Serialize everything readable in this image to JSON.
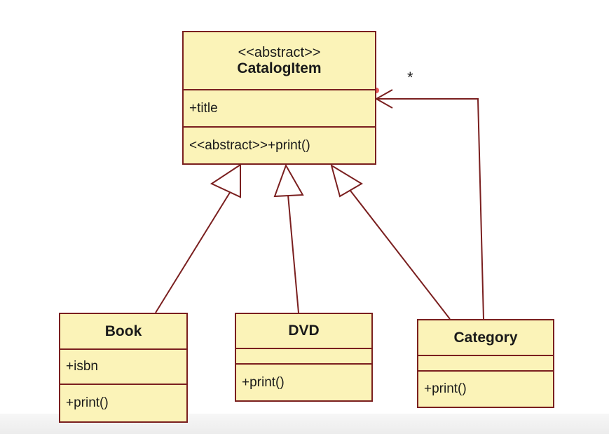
{
  "colors": {
    "class_fill": "#fbf3b8",
    "class_border": "#7a1f1f",
    "connector": "#7a1f1f",
    "selection_dot": "#e85a5a"
  },
  "classes": {
    "catalog_item": {
      "stereotype": "<<abstract>>",
      "name": "CatalogItem",
      "attributes": [
        "+title"
      ],
      "operations": [
        "<<abstract>>+print()"
      ]
    },
    "book": {
      "name": "Book",
      "attributes": [
        "+isbn"
      ],
      "operations": [
        "+print()"
      ]
    },
    "dvd": {
      "name": "DVD",
      "attributes": [],
      "operations": [
        "+print()"
      ]
    },
    "category": {
      "name": "Category",
      "attributes": [],
      "operations": [
        "+print()"
      ]
    }
  },
  "relationships": {
    "generalizations": [
      {
        "from": "Book",
        "to": "CatalogItem"
      },
      {
        "from": "DVD",
        "to": "CatalogItem"
      },
      {
        "from": "Category",
        "to": "CatalogItem"
      }
    ],
    "association": {
      "from": "Category",
      "to": "CatalogItem",
      "multiplicity": "*"
    }
  }
}
